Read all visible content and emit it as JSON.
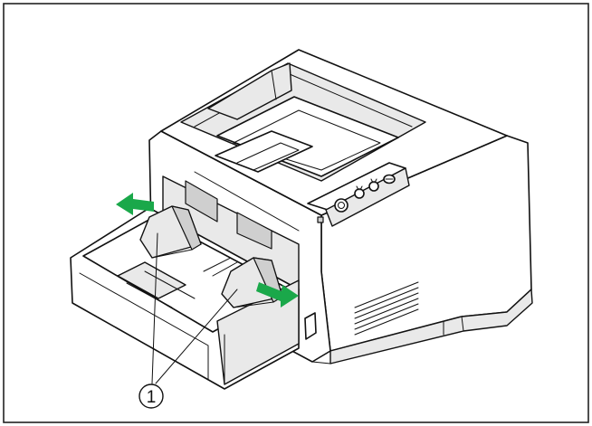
{
  "colors": {
    "arrow_accent": "#1aa84a",
    "frame_border": "#222222",
    "guide_shade": "#d9d9d9"
  },
  "callout": {
    "label": "1"
  },
  "icons": [
    "power-button-icon",
    "scanner-status-icon-1",
    "scanner-status-icon-2",
    "scanner-status-icon-3"
  ]
}
